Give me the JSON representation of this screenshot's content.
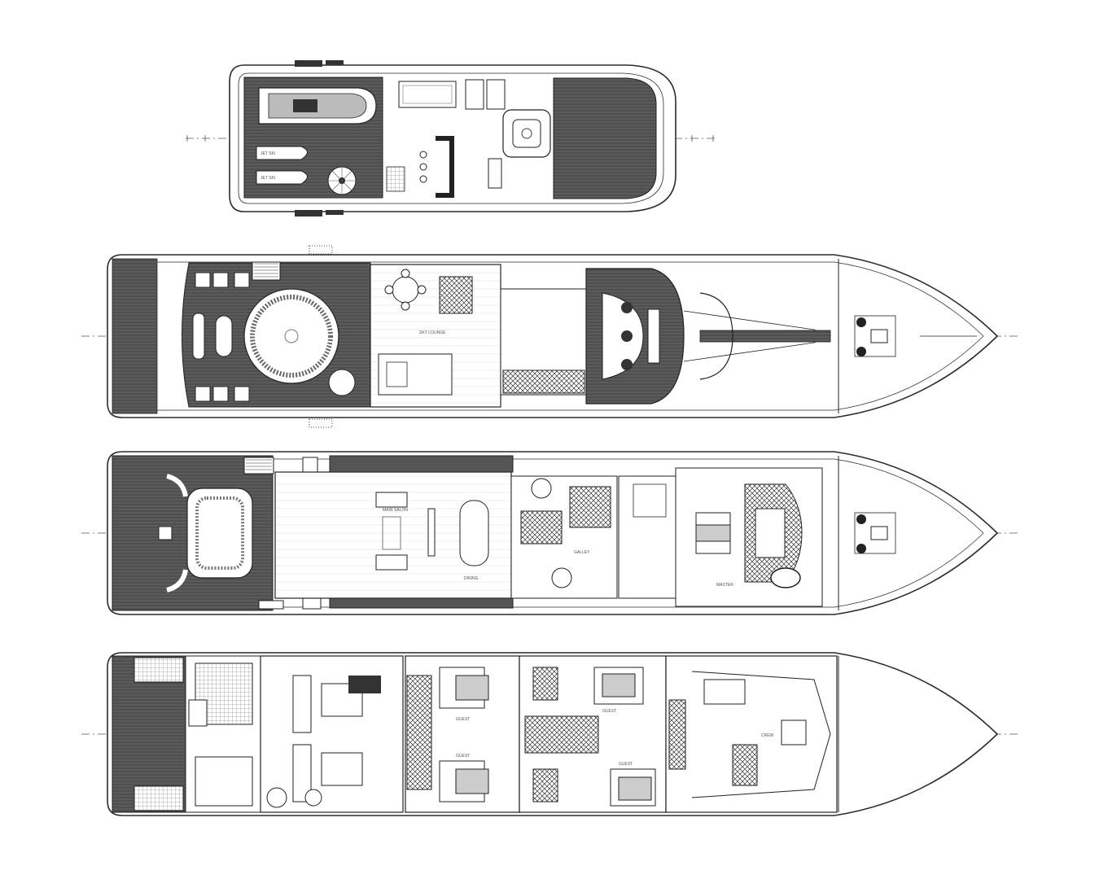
{
  "colors": {
    "background": "#ffffff",
    "line": "#2b2b2b",
    "thin_line": "#777777",
    "deck_fill": "#4f4f4f",
    "hatch": "#8a8a8a"
  },
  "decks": [
    {
      "id": "sun-deck",
      "labels": [
        "JET SKI",
        "JET SKI"
      ]
    },
    {
      "id": "bridge-deck",
      "labels": [
        "SKY LOUNGE"
      ]
    },
    {
      "id": "main-deck",
      "labels": [
        "MAIN SALON",
        "DINING",
        "GALLEY",
        "MASTER"
      ]
    },
    {
      "id": "lower-deck",
      "labels": [
        "GUEST",
        "GUEST",
        "GUEST",
        "GUEST",
        "CREW"
      ]
    }
  ]
}
